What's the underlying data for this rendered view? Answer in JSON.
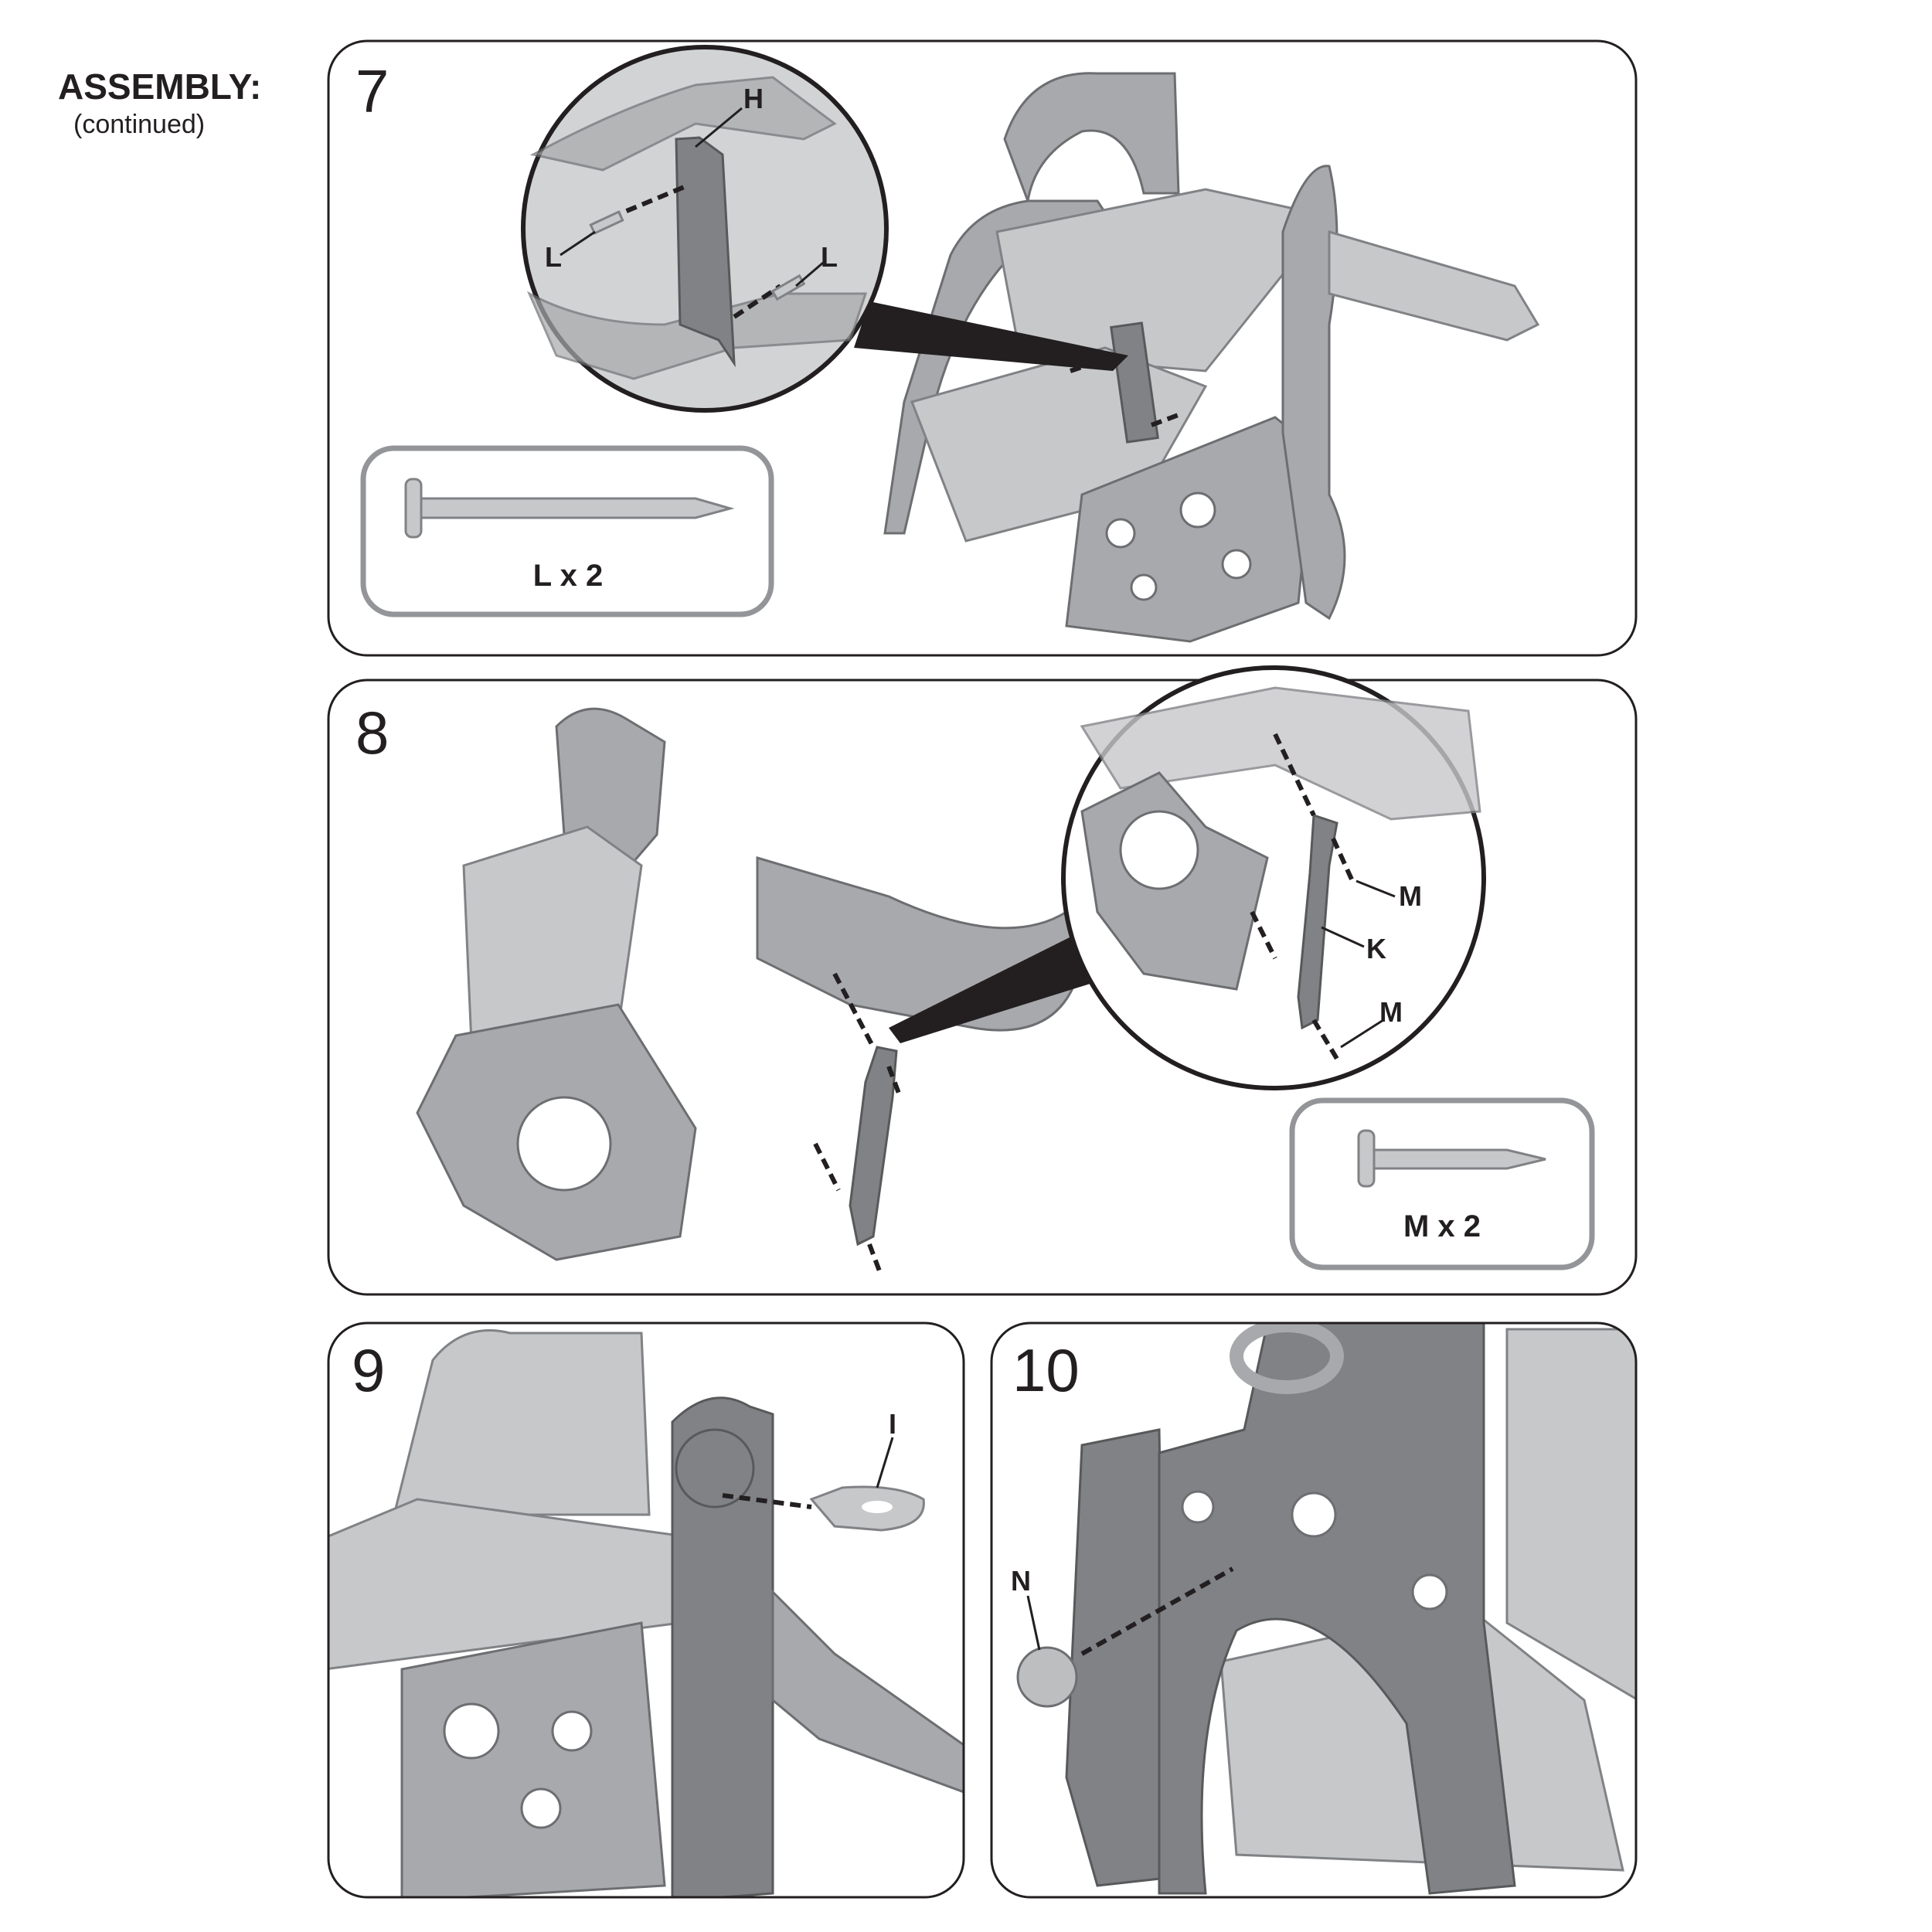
{
  "header": {
    "title": "ASSEMBLY:",
    "subtitle": "(continued)"
  },
  "steps": [
    {
      "number": "7",
      "callouts": [
        "H",
        "L",
        "L"
      ],
      "hardware": {
        "label": "L x 2"
      }
    },
    {
      "number": "8",
      "callouts": [
        "M",
        "K",
        "M"
      ],
      "hardware": {
        "label": "M x 2"
      }
    },
    {
      "number": "9",
      "callouts": [
        "I"
      ]
    },
    {
      "number": "10",
      "callouts": [
        "N"
      ]
    }
  ],
  "colors": {
    "ink": "#231f20",
    "plastic": "#a7a9ac",
    "frame": "#939598"
  }
}
